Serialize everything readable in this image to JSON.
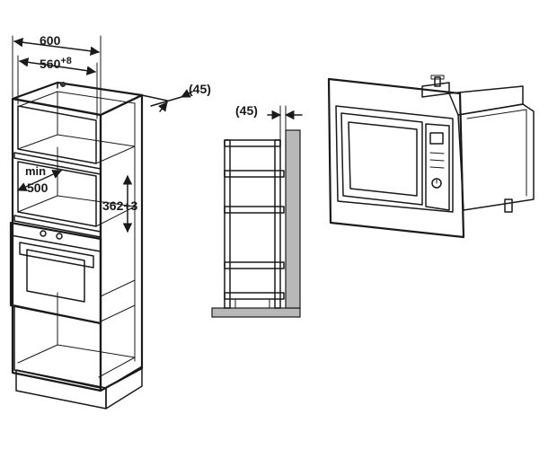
{
  "dimensions": {
    "cabinet_width": "600",
    "inner_width": "560",
    "inner_width_tol": "+8",
    "depth_min_label": "min",
    "depth_min_value": "500",
    "niche_height": "362+3",
    "rear_gap_top": "(45)",
    "rear_gap_side": "(45)"
  }
}
